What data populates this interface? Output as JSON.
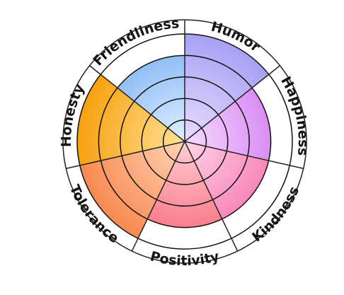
{
  "chart_data": {
    "type": "radial-bar",
    "title": "",
    "scale": {
      "min": 0,
      "max": 5,
      "rings": 5
    },
    "grid": true,
    "legend": "none",
    "categories": [
      "Humor",
      "Happiness",
      "Kindness",
      "Positivity",
      "Tolerance",
      "Honesty",
      "Friendliness"
    ],
    "values": [
      5,
      4,
      4,
      4,
      5,
      5,
      4
    ],
    "colors": {
      "Humor": [
        "#eaddff",
        "#a7a1f4"
      ],
      "Happiness": [
        "#f7dcff",
        "#d27af1"
      ],
      "Kindness": [
        "#ffd5e7",
        "#f774b1"
      ],
      "Positivity": [
        "#ffcfd3",
        "#f8697d"
      ],
      "Tolerance": [
        "#ffd5b6",
        "#f88950"
      ],
      "Honesty": [
        "#ffe298",
        "#f8a10f"
      ],
      "Friendliness": [
        "#dff0ff",
        "#7fb2f4"
      ]
    },
    "ring_color": "#111111",
    "outline_color": "#222222"
  }
}
